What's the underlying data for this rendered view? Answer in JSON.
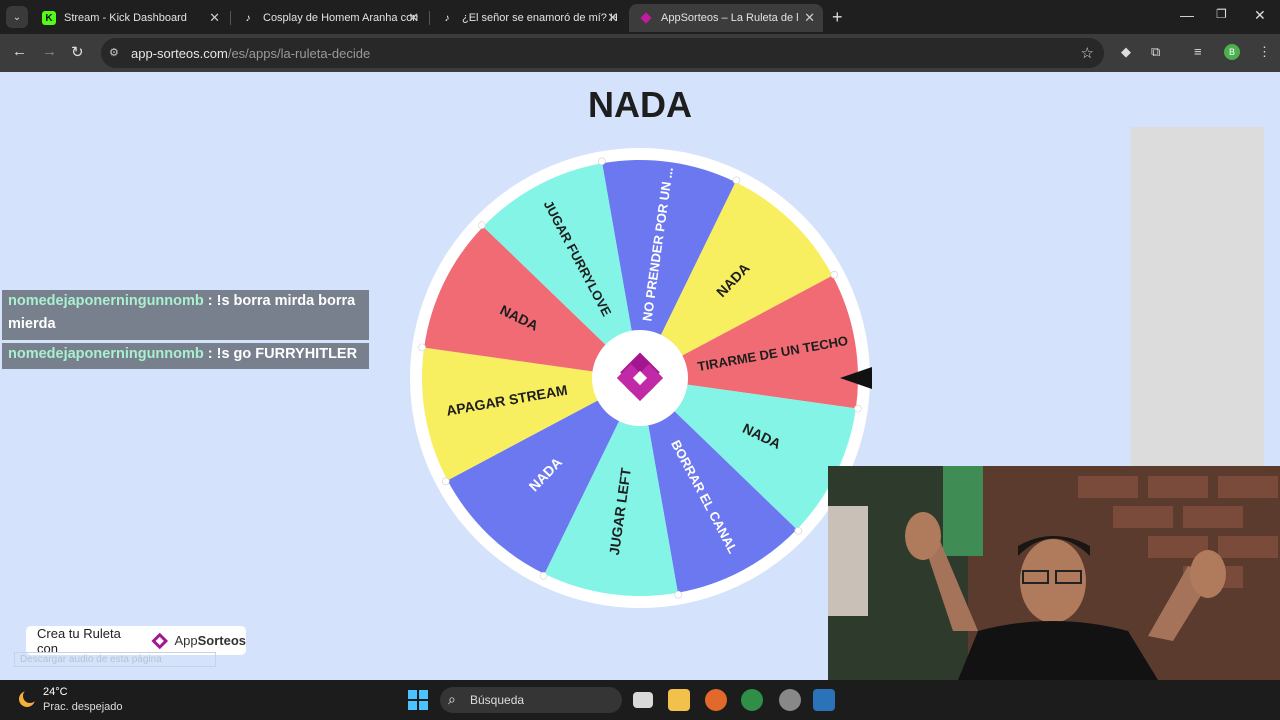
{
  "browser": {
    "tabs": [
      {
        "title": "Stream - Kick Dashboard",
        "icon": "kick-icon",
        "active": false
      },
      {
        "title": "Cosplay de Homem Aranha com",
        "icon": "tiktok-icon",
        "active": false
      },
      {
        "title": "¿El señor se enamoró de mí? Hu",
        "icon": "tiktok-icon",
        "active": false
      },
      {
        "title": "AppSorteos – La Ruleta de la Su",
        "icon": "appsorteos-icon",
        "active": true
      }
    ],
    "url_host": "app-sorteos.com",
    "url_path": "/es/apps/la-ruleta-decide",
    "profile_initial": "B"
  },
  "page": {
    "result_title": "NADA"
  },
  "wheel": {
    "segments": [
      {
        "label": "NO PRENDER POR UN ...",
        "color": "#6c78f0"
      },
      {
        "label": "NADA",
        "color": "#f7ef5f"
      },
      {
        "label": "TIRARME DE UN TECHO",
        "color": "#f06b74"
      },
      {
        "label": "NADA",
        "color": "#84f4e6"
      },
      {
        "label": "BORRAR EL CANAL",
        "color": "#6c78f0"
      },
      {
        "label": "JUGAR LEFT",
        "color": "#84f4e6"
      },
      {
        "label": "NADA",
        "color": "#6c78f0"
      },
      {
        "label": "APAGAR STREAM",
        "color": "#f7ef5f"
      },
      {
        "label": "NADA",
        "color": "#f06b74"
      },
      {
        "label": "JUGAR FURRYLOVE",
        "color": "#84f4e6"
      }
    ],
    "label_colors": {
      "on_purple": "#ffffff",
      "on_light": "#1e1e1e"
    },
    "logo_color": "#a3168f"
  },
  "chat": [
    {
      "user": "nomedejaponerningunnomb",
      "message": ": !s borra mirda borra mierda"
    },
    {
      "user": "nomedejaponerningunnomb",
      "message": ": !s go FURRYHITLER"
    }
  ],
  "footer": {
    "crea_text": "Crea tu Ruleta con",
    "brand_app": "App",
    "brand_sorteos": "Sorteos",
    "audio_text": "Descargar audio de esta página"
  },
  "taskbar": {
    "temperature": "24°C",
    "condition": "Prac. despejado",
    "search_placeholder": "Búsqueda"
  }
}
